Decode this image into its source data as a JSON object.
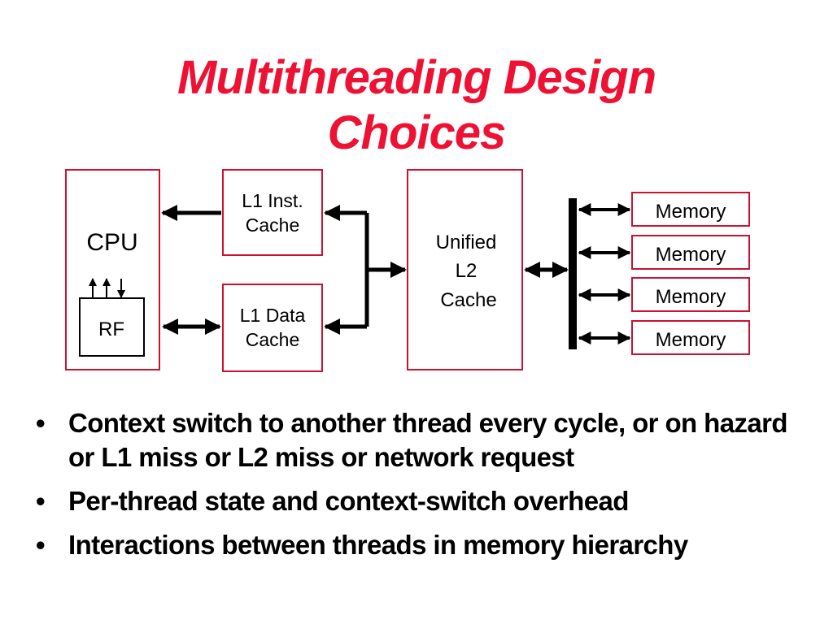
{
  "slide": {
    "title_line1": "Multithreading Design",
    "title_line2": "Choices",
    "title_color": "#ee1133"
  },
  "diagram": {
    "box_border_color": "#cc1133",
    "cpu": {
      "label": "CPU",
      "register_file": "RF"
    },
    "l1_inst": {
      "line1": "L1 Inst.",
      "line2": "Cache"
    },
    "l1_data": {
      "line1": "L1 Data",
      "line2": "Cache"
    },
    "l2": {
      "line1": "Unified",
      "line2": "L2",
      "line3": "Cache"
    },
    "memories": [
      "Memory",
      "Memory",
      "Memory",
      "Memory"
    ]
  },
  "bullets": [
    {
      "marker": "•",
      "text": "Context switch to another thread every cycle, or on hazard or L1 miss or L2 miss or network request"
    },
    {
      "marker": "•",
      "text": "Per-thread state and context-switch overhead"
    },
    {
      "marker": "•",
      "text": "Interactions between threads in memory hierarchy"
    }
  ]
}
